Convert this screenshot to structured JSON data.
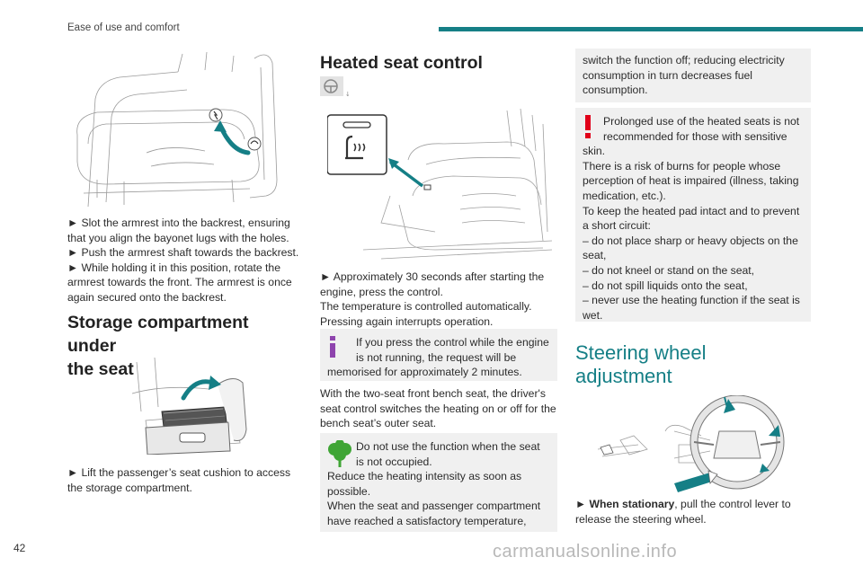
{
  "header": {
    "title": "Ease of use and comfort"
  },
  "page_number": "42",
  "watermark": "carmanualsonline.info",
  "col1": {
    "armrest_steps": [
      "► Slot the armrest into the backrest, ensuring that you align the bayonet lugs with the holes.",
      "► Push the armrest shaft towards the backrest.",
      "► While holding it in this position, rotate the armrest towards the front. The armrest is once again secured onto the backrest."
    ],
    "storage_heading_line1": "Storage compartment under",
    "storage_heading_line2": "the seat",
    "storage_step": "► Lift the passenger’s seat cushion to access the storage compartment."
  },
  "col2": {
    "heading": "Heated seat control",
    "step": "► Approximately 30 seconds after starting the engine, press the control.",
    "line_auto": "The temperature is controlled automatically.",
    "line_press": "Pressing again interrupts operation.",
    "info_note_l1": "If you press the control while the engine",
    "info_note_l2": "is not running, the request will be",
    "info_note_l3": "memorised for approximately 2 minutes.",
    "bench_text": "With the two-seat front bench seat, the driver's seat control switches the heating on or off for the bench seat’s outer seat.",
    "eco_note_l1": "Do not use the function when the seat",
    "eco_note_l2": "is not occupied.",
    "eco_note_l3": "Reduce the heating intensity as soon as possible.",
    "eco_note_l4": "When the seat and passenger compartment have reached a satisfactory temperature,"
  },
  "col3": {
    "eco_cont": "switch the function off; reducing electricity consumption in turn decreases fuel consumption.",
    "warn_l1": "Prolonged use of the heated seats is not",
    "warn_l2": "recommended for those with sensitive",
    "warn_lines": [
      "skin.",
      "There is a risk of burns for people whose perception of heat is impaired (illness, taking medication, etc.).",
      "To keep the heated pad intact and to prevent a short circuit:",
      "– do not place sharp or heavy objects on the seat,",
      "– do not kneel or stand on the seat,",
      "– do not spill liquids onto the seat,",
      "– never use the heating function if the seat is wet."
    ],
    "steering_heading_l1": "Steering wheel",
    "steering_heading_l2": "adjustment",
    "steering_bold": "When stationary",
    "steering_rest": ", pull the control lever to release the steering wheel."
  },
  "colors": {
    "accent": "#157f86",
    "warning": "#e1001a",
    "info": "#8e44ad",
    "eco": "#3fa535",
    "note_bg": "#f0f0f0"
  }
}
